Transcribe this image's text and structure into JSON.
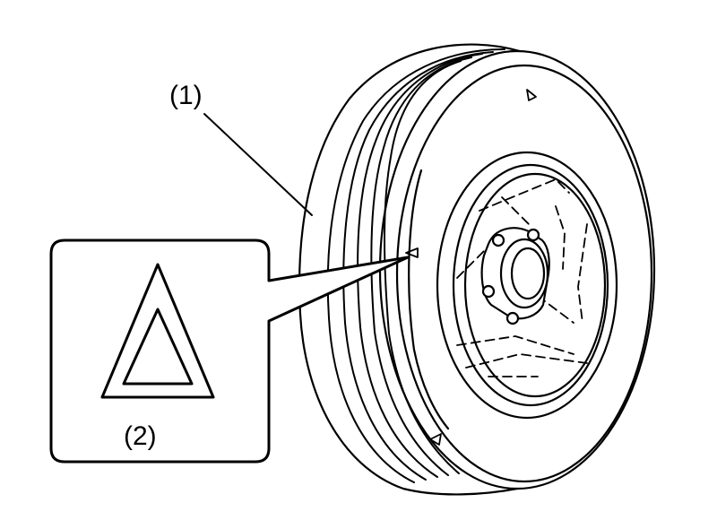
{
  "diagram": {
    "callouts": [
      {
        "id": "1",
        "label": "(1)",
        "target": "tire-tread"
      },
      {
        "id": "2",
        "label": "(2)",
        "target": "tread-wear-indicator-detail"
      }
    ]
  },
  "colors": {
    "line": "#000000",
    "background": "#ffffff"
  }
}
